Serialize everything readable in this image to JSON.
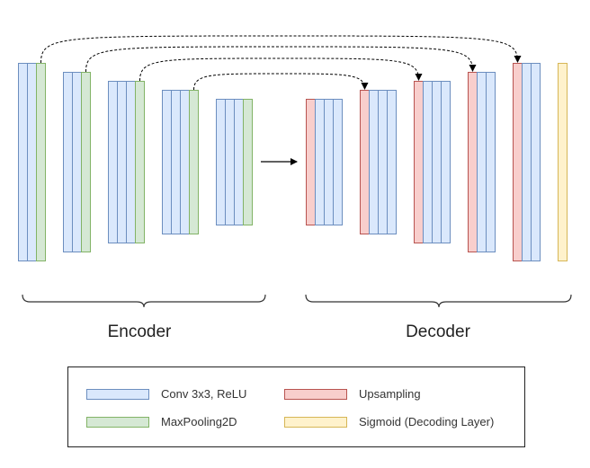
{
  "labels": {
    "encoder": "Encoder",
    "decoder": "Decoder"
  },
  "legend": {
    "conv": {
      "label": "Conv 3x3, ReLU",
      "fill": "#dae8fc",
      "stroke": "#6c8ebf"
    },
    "pool": {
      "label": "MaxPooling2D",
      "fill": "#d5e8d4",
      "stroke": "#82b366"
    },
    "up": {
      "label": "Upsampling",
      "fill": "#f8cecc",
      "stroke": "#b85450"
    },
    "sigmoid": {
      "label": "Sigmoid (Decoding Layer)",
      "fill": "#fff2cc",
      "stroke": "#d6b656"
    }
  },
  "encoder_blocks": [
    [
      "conv",
      "conv",
      "pool"
    ],
    [
      "conv",
      "conv",
      "pool"
    ],
    [
      "conv",
      "conv",
      "conv",
      "pool"
    ],
    [
      "conv",
      "conv",
      "conv",
      "pool"
    ],
    [
      "conv",
      "conv",
      "conv",
      "pool"
    ]
  ],
  "decoder_blocks": [
    [
      "up",
      "conv",
      "conv",
      "conv"
    ],
    [
      "up",
      "conv",
      "conv",
      "conv"
    ],
    [
      "up",
      "conv",
      "conv",
      "conv"
    ],
    [
      "up",
      "conv",
      "conv"
    ],
    [
      "up",
      "conv",
      "conv"
    ],
    [
      "sigmoid"
    ]
  ],
  "skip_connections": [
    {
      "from_encoder": 0,
      "to_decoder": 4
    },
    {
      "from_encoder": 1,
      "to_decoder": 3
    },
    {
      "from_encoder": 2,
      "to_decoder": 2
    },
    {
      "from_encoder": 3,
      "to_decoder": 1
    }
  ]
}
